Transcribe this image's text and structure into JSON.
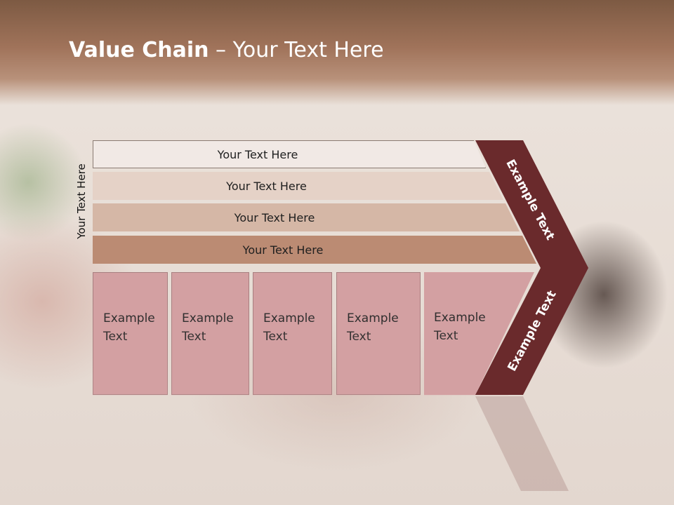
{
  "title": {
    "bold": "Value Chain",
    "rest": " – Your Text Here"
  },
  "side_label": "Your Text Here",
  "bars": [
    "Your Text Here",
    "Your Text Here",
    "Your Text Here",
    "Your Text Here"
  ],
  "boxes": [
    {
      "line1": "Example",
      "line2": "Text"
    },
    {
      "line1": "Example",
      "line2": "Text"
    },
    {
      "line1": "Example",
      "line2": "Text"
    },
    {
      "line1": "Example",
      "line2": "Text"
    },
    {
      "line1": "Example",
      "line2": "Text"
    }
  ],
  "chevron": {
    "upper_label": "Example Text",
    "lower_label": "Example Text",
    "color": "#6a2a2c"
  }
}
